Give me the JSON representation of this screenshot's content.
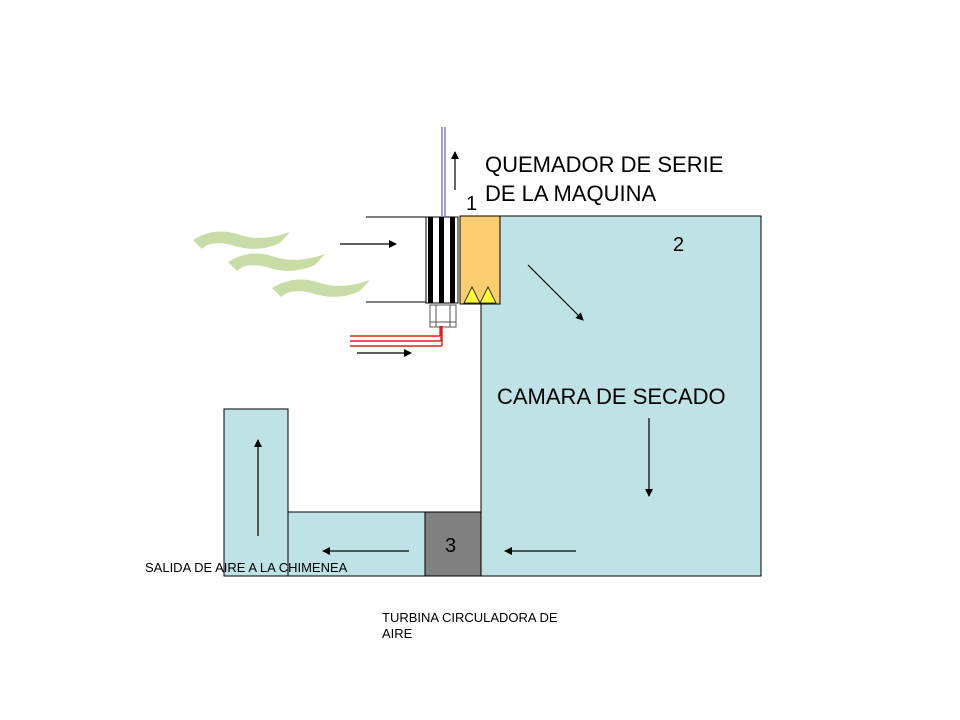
{
  "labels": {
    "burner_line1": "QUEMADOR DE SERIE",
    "burner_line2": "DE LA MAQUINA",
    "chamber": "CAMARA DE SECADO",
    "exhaust": "SALIDA  DE AIRE  A LA CHIMENEA",
    "turbine_line1": "TURBINA  CIRCULADORA DE",
    "turbine_line2": "AIRE"
  },
  "numbers": {
    "burner": "1",
    "chamber": "2",
    "turbine": "3"
  },
  "colors": {
    "chamber_fill": "#bfe2e6",
    "burner_fill": "#fccc70",
    "flame_fill": "#ffff33",
    "turbine_fill": "#808080",
    "smoke_fill": "#c8dda6",
    "fuel_line": "#e0201c",
    "chimney_pipe": "#7a7acc"
  }
}
